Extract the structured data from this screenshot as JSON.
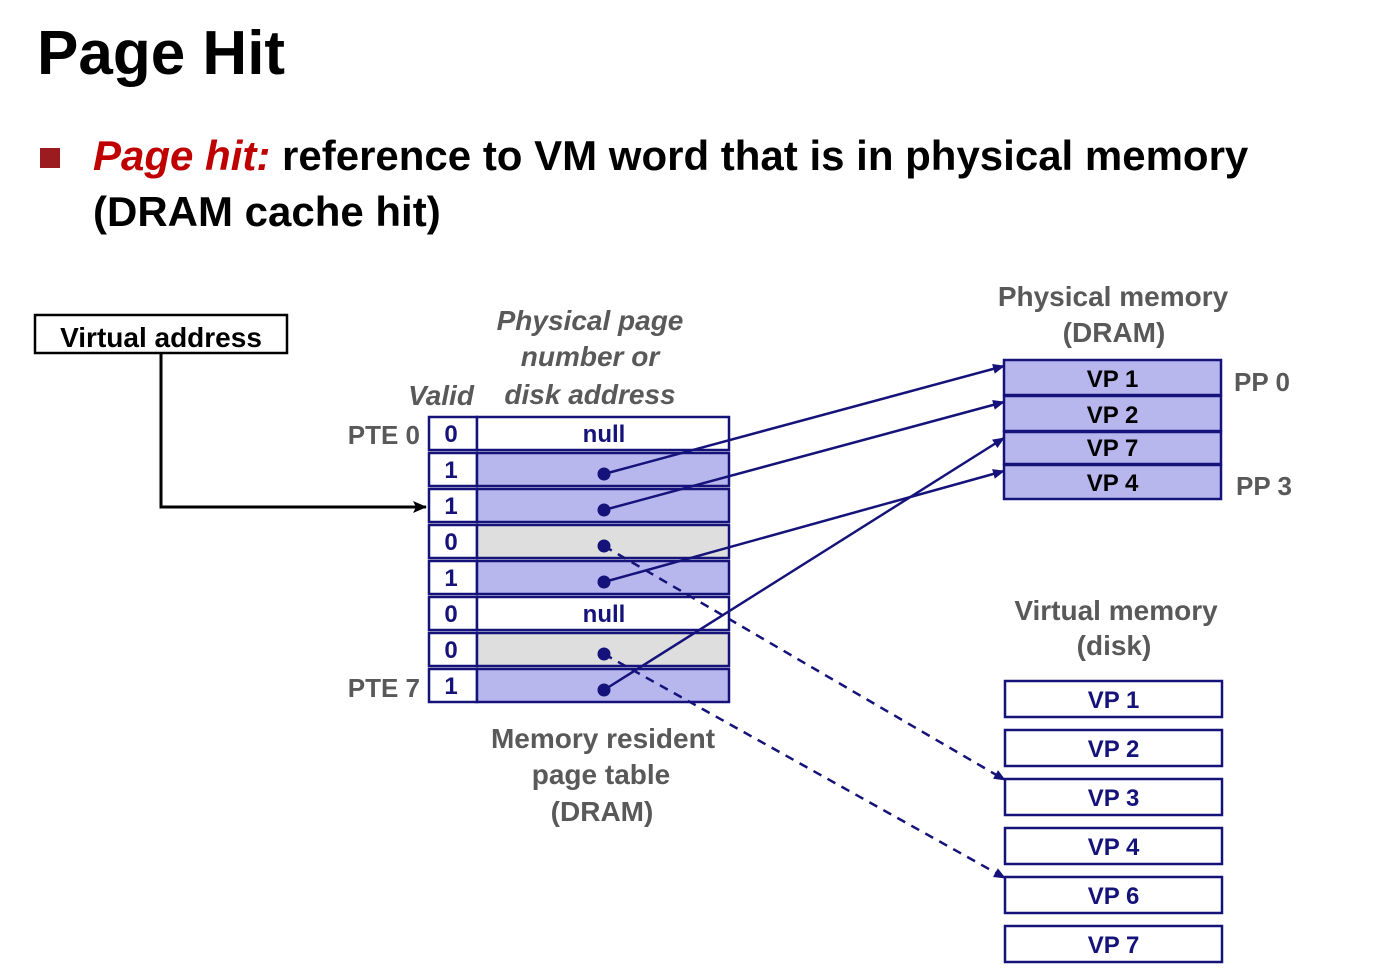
{
  "title": "Page Hit",
  "bullet": {
    "term": "Page hit:",
    "text": " reference to VM word that is in physical memory (DRAM cache hit)"
  },
  "diagram": {
    "virtual_address_label": "Virtual address",
    "page_table": {
      "valid_header": "Valid",
      "ppn_header": [
        "Physical page",
        "number or",
        "disk address"
      ],
      "first_label": "PTE 0",
      "last_label": "PTE 7",
      "caption": [
        "Memory resident",
        "page table",
        "(DRAM)"
      ],
      "rows": [
        {
          "valid": "0",
          "content": "null",
          "kind": "null"
        },
        {
          "valid": "1",
          "content": "",
          "kind": "mem",
          "target": 0
        },
        {
          "valid": "1",
          "content": "",
          "kind": "mem",
          "target": 1
        },
        {
          "valid": "0",
          "content": "",
          "kind": "disk",
          "target": 2
        },
        {
          "valid": "1",
          "content": "",
          "kind": "mem",
          "target": 3
        },
        {
          "valid": "0",
          "content": "null",
          "kind": "null"
        },
        {
          "valid": "0",
          "content": "",
          "kind": "disk",
          "target": 4
        },
        {
          "valid": "1",
          "content": "",
          "kind": "mem",
          "target": 2
        }
      ]
    },
    "physical_memory": {
      "title": [
        "Physical memory",
        "(DRAM)"
      ],
      "pages": [
        "VP 1",
        "VP 2",
        "VP 7",
        "VP 4"
      ],
      "label_first": "PP 0",
      "label_last": "PP 3"
    },
    "virtual_memory": {
      "title": [
        "Virtual memory",
        "(disk)"
      ],
      "pages": [
        "VP 1",
        "VP 2",
        "VP 3",
        "VP 4",
        "VP 6",
        "VP 7"
      ]
    },
    "colors": {
      "navy": "#15137a",
      "resident_fill": "#b7b7ee",
      "disk_fill": "#dedede",
      "caption_gray": "#595959",
      "accent_red": "#c00000"
    }
  }
}
